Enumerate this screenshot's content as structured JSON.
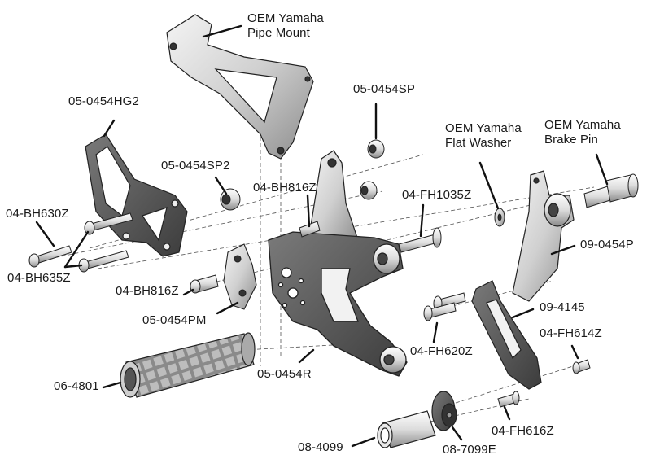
{
  "diagram": {
    "type": "exploded-parts-diagram",
    "colors": {
      "part_light": "#e6e6e6",
      "part_mid": "#9a9a9a",
      "part_dark": "#4a4a4a",
      "outline": "#222222",
      "leader": "#111111"
    },
    "labels": {
      "pipe_mount": {
        "line1": "OEM Yamaha",
        "line2": "Pipe Mount"
      },
      "hg2": "05-0454HG2",
      "sp": "05-0454SP",
      "flat_washer": {
        "line1": "OEM Yamaha",
        "line2": "Flat Washer"
      },
      "brake_pin": {
        "line1": "OEM Yamaha",
        "line2": "Brake Pin"
      },
      "sp2": "05-0454SP2",
      "bh816z_top": "04-BH816Z",
      "fh1035z": "04-FH1035Z",
      "bh630z": "04-BH630Z",
      "bh635z": "04-BH635Z",
      "p0454p": "09-0454P",
      "bh816z_mid": "04-BH816Z",
      "pm": "05-0454PM",
      "p4145": "09-4145",
      "fh620z": "04-FH620Z",
      "fh614z": "04-FH614Z",
      "r": "05-0454R",
      "p4801": "06-4801",
      "fh616z": "04-FH616Z",
      "p4099": "08-4099",
      "p7099e": "08-7099E"
    }
  }
}
